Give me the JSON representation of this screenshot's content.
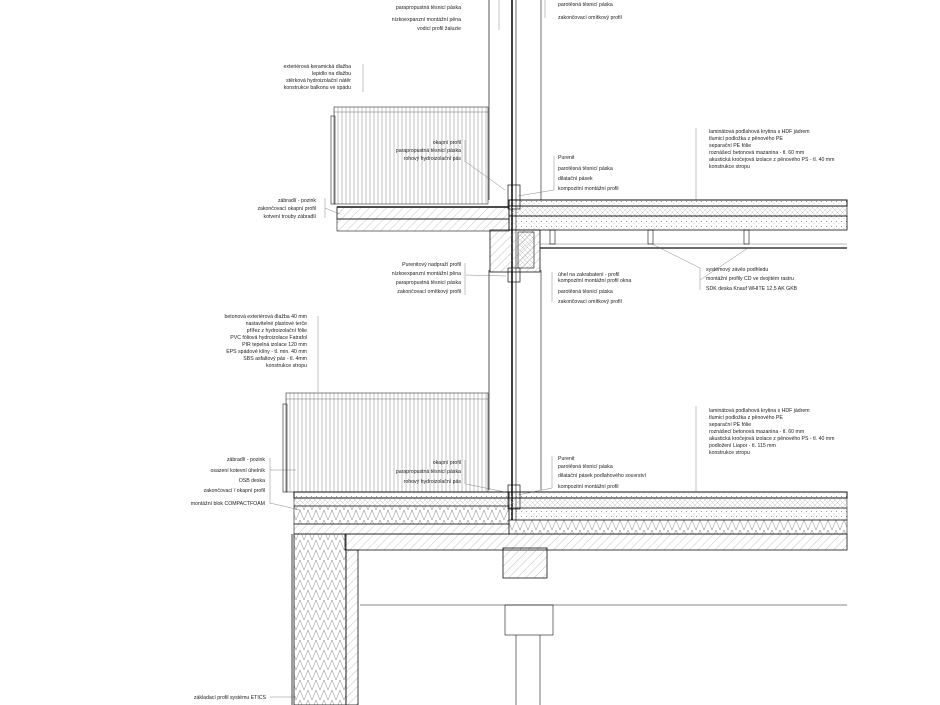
{
  "drawing": {
    "top_left_labels": [
      "parapropustná těsnicí páska",
      "nízkoexpanzní montážní pěna",
      "vodicí profil žaluzie"
    ],
    "top_right_labels": [
      "parotěsná těsnicí páska",
      "zakončovací omítkový profil"
    ],
    "balcony1_note": [
      "exteriérová keramická dlažba",
      "lepidlo na dlažbu",
      "stěrková hydroizolační nátěr",
      "konstrukce balkonu ve spádu"
    ],
    "balcony1_window_labels": [
      "okapní profil",
      "parapropustná těsnicí páska",
      "rohový hydroizolační pás"
    ],
    "balcony1_left_labels": [
      "zábradlí - pozink",
      "zakončovací okapní profil",
      "kotvení trouby zábradlí"
    ],
    "floor1_mid_labels": [
      "Purenit",
      "parotěsná těsnicí páska",
      "dilatační pásek",
      "kompozitní montážní profil"
    ],
    "floor1_layers": [
      "laminátová podlahová krytina s HDF jádrem",
      "tlumicí podložka z pěnového PE",
      "separační PE fólie",
      "roznášecí betonová mazanina - tl. 60 mm",
      "akustická kročejová izolace z pěnového PS - tl. 40 mm",
      "konstrukce stropu"
    ],
    "lintel_left_labels": [
      "Purenitový nadpraží profil",
      "nízkoexpanzní montážní pěna",
      "parapropustná těsnicí páska",
      "zakončovací omítkový profil"
    ],
    "lintel_right_labels": [
      "úhel na zakrabatení - profil",
      "kompozitní montážní profil okna",
      "parotěsná těsnicí páska",
      "zakončovací omítkový profil"
    ],
    "ceiling_labels": [
      "systémový závěs podhledu",
      "montážní profily CD ve dvojitém rastru",
      "SDK deska Knauf WHITE 12,5 AK GKB"
    ],
    "terrace_layers": [
      "betonová exteriérová dlažba 40 mm",
      "nastavitelné plastové terče",
      "přířez z hydroizolační fólie",
      "PVC fóliová hydroizolace Fatrafol",
      "PIR tepelná izolace 120 mm",
      "EPS spádové klíny - tl. min. 40 mm",
      "SBS asfaltový pás - tl. 4mm",
      "konstrukce stropu"
    ],
    "terrace_window_labels": [
      "okapní profil",
      "parapropustná těsnicí páska",
      "rohový hydroizolační pás"
    ],
    "terrace_left_labels": [
      "zábradlí - pozink",
      "osazení kotevní úhelník",
      "OSB deska",
      "zakončovací / okapní profil",
      "montážní blok COMPACTFOAM"
    ],
    "floor2_mid_labels": [
      "Purenit",
      "parotěsná těsnicí páska",
      "dilatační pásek podlahového souvrství",
      "kompozitní montážní profil"
    ],
    "floor2_layers": [
      "laminátová podlahová krytina s HDF jádrem",
      "tlumicí podložka z pěnového PE",
      "separační PE fólie",
      "roznášecí betonová mazanina - tl. 60 mm",
      "akustická kročejová izolace z pěnového PS - tl. 40 mm",
      "podložení Liapor - tl. 115 mm",
      "konstrukce stropu"
    ],
    "bottom_label": "základací profil systému ETICS"
  }
}
